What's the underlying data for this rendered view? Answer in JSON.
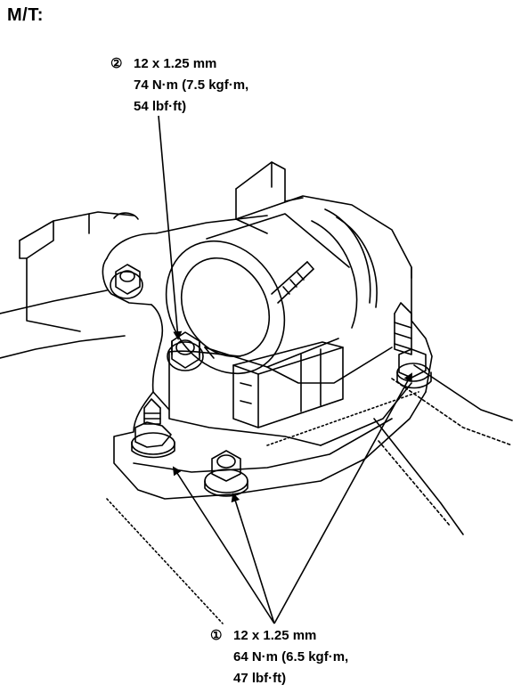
{
  "heading": "M/T:",
  "callouts": {
    "top": {
      "number": "②",
      "size": "12 x 1.25 mm",
      "torque_line1": "74 N·m (7.5 kgf·m,",
      "torque_line2": "54 lbf·ft)"
    },
    "bottom": {
      "number": "①",
      "size": "12 x 1.25 mm",
      "torque_line1": "64 N·m (6.5 kgf·m,",
      "torque_line2": "47 lbf·ft)"
    }
  }
}
